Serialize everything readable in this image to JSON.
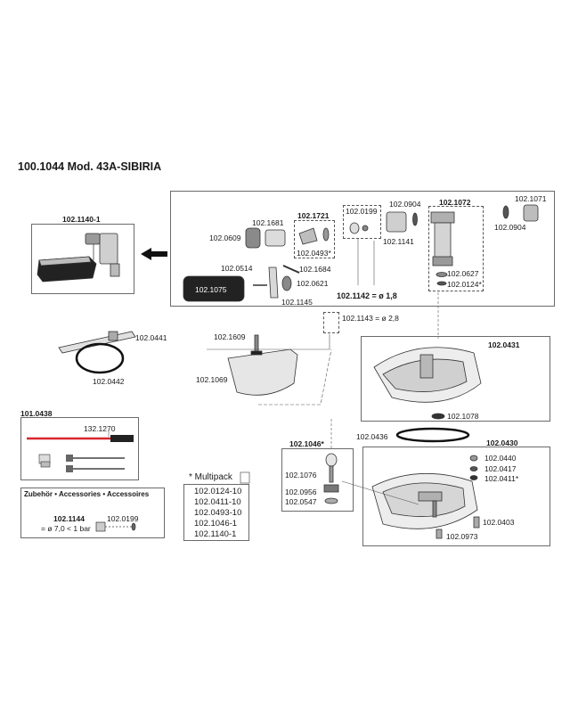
{
  "title": "100.1044 Mod. 43A-SIBIRIA",
  "groups": {
    "g1140": "102.1140-1",
    "g1721": "102.1721",
    "g1072": "102.1072",
    "g0431": "102.0431",
    "g0438": "101.0438",
    "g1046": "102.1046*",
    "g0430": "102.0430",
    "g1144": "102.1144"
  },
  "labels": {
    "p0609": "102.0609",
    "p1681": "102.1681",
    "p0493": "102.0493*",
    "p0199": "102.0199",
    "p0904a": "102.0904",
    "p1141": "102.1141",
    "p1071": "102.1071",
    "p0904b": "102.0904",
    "p0627": "102.0627",
    "p0124": "102.0124*",
    "p0514": "102.0514",
    "p1684": "102.1684",
    "p0621": "102.0621",
    "p1075": "102.1075",
    "p1145": "102.1145",
    "p1142": "102.1142 = ø 1,8",
    "p1143": "102.1143 = ø 2,8",
    "p0441": "102.0441",
    "p0442": "102.0442",
    "p1609": "102.1609",
    "p1069": "102.1069",
    "p1078": "102.1078",
    "p0436": "102.0436",
    "p1270": "132.1270",
    "p1076": "102.1076",
    "p0956": "102.0956",
    "p0547": "102.0547",
    "p0440": "102.0440",
    "p0417": "102.0417",
    "p0411": "102.0411*",
    "p0403": "102.0403",
    "p0973": "102.0973",
    "p0199b": "102.0199"
  },
  "accessories": {
    "heading": "Zubehör • Accessories • Accessoires",
    "note": "= ø 7,0 < 1 bar"
  },
  "multipack": {
    "title": "* Multipack",
    "items": [
      "102.0124-10",
      "102.0411-10",
      "102.0493-10",
      "102.1046-1",
      "102.1140-1"
    ]
  }
}
